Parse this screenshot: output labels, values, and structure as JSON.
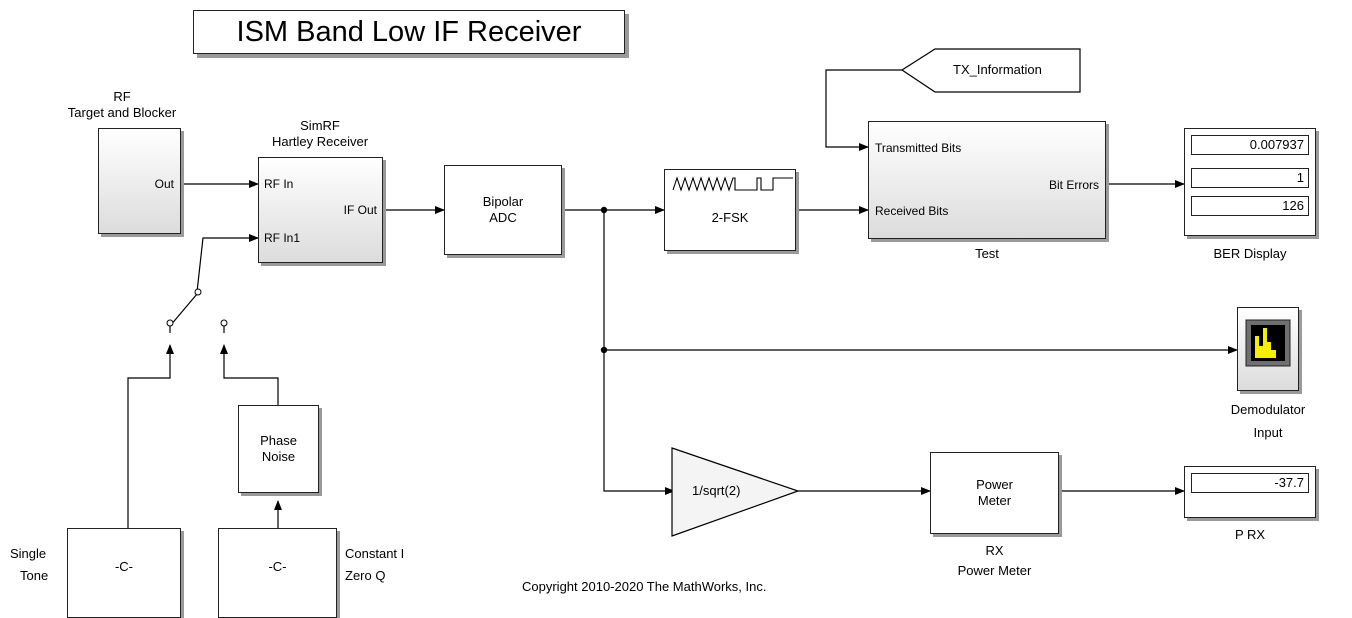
{
  "title": "ISM Band Low IF Receiver",
  "copyright": "Copyright 2010-2020 The MathWorks, Inc.",
  "blocks": {
    "rf_source": {
      "label_line1": "RF",
      "label_line2": "Target and Blocker",
      "out_port": "Out"
    },
    "hartley": {
      "label_line1": "SimRF",
      "label_line2": "Hartley Receiver",
      "in1": "RF In",
      "in2": "RF In1",
      "out": "IF Out"
    },
    "adc": {
      "line1": "Bipolar",
      "line2": "ADC"
    },
    "fsk": {
      "text": "2-FSK"
    },
    "tx_info": {
      "text": "TX_Information"
    },
    "test": {
      "in1": "Transmitted Bits",
      "in2": "Received Bits",
      "out": "Bit Errors",
      "label": "Test"
    },
    "ber_display": {
      "values": [
        "0.007937",
        "1",
        "126"
      ],
      "label": "BER Display"
    },
    "scope": {
      "label_line1": "Demodulator",
      "label_line2": "Input"
    },
    "gain": {
      "text": "1/sqrt(2)"
    },
    "power_meter": {
      "line1": "Power",
      "line2": "Meter",
      "label_line1": "RX",
      "label_line2": "Power Meter"
    },
    "prx": {
      "value": "-37.7",
      "label": "P RX"
    },
    "phase_noise": {
      "line1": "Phase",
      "line2": "Noise"
    },
    "const_single": {
      "text": "-C-",
      "label_line1": "Single",
      "label_line2": "Tone"
    },
    "const_iq": {
      "text": "-C-",
      "label_line1": "Constant I",
      "label_line2": "Zero Q"
    }
  }
}
